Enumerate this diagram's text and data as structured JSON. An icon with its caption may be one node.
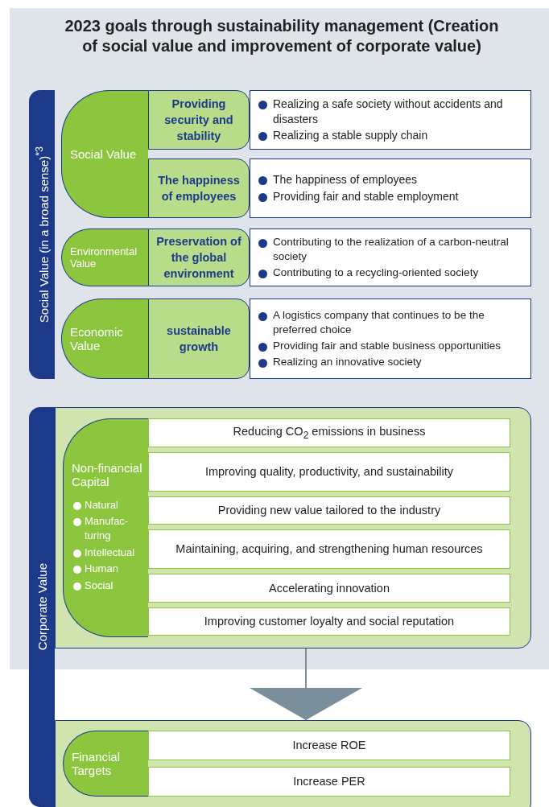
{
  "diagram": {
    "title": "2023 goals through sustainability management (Creation of social value and improvement of corporate value)",
    "nodes": [
      {
        "text": [
          "Social Value (in a broad sense)$^{*3}$"
        ]
      },
      {
        "text": [
          "Social Value"
        ]
      },
      {
        "text": [
          "Providing security and stability"
        ]
      },
      {
        "text": [
          "Realizing a safe society without accidents and disasters",
          "Realizing a stable supply chain"
        ]
      },
      {
        "text": [
          "The happiness of employees"
        ]
      },
      {
        "text": [
          "The happiness of employees",
          "Providing fair and stable employment"
        ]
      },
      {
        "text": [
          "Environmental Value"
        ]
      },
      {
        "text": [
          "Preservation of the global environment"
        ]
      },
      {
        "text": [
          "Contributing to the realization of a carbon-neutral society",
          "Contributing to a recycling-oriented society"
        ]
      },
      {
        "text": [
          "Economic Value"
        ]
      },
      {
        "text": [
          "sustainable growth"
        ]
      },
      {
        "text": [
          "A logistics company that continues to be the preferred choice",
          "Providing fair and stable business opportunities",
          "Realizing an innovative society"
        ]
      },
      {
        "text": [
          "Corporate Value"
        ]
      },
      {
        "text": [],
        "shape": "box"
      },
      {
        "text": [
          "Non-financial Capital",
          "Natural",
          "Manufac- turing",
          "Intellectual",
          "Human",
          "Social"
        ],
        "in": 13
      },
      {
        "text": [
          "Reducing CO$_{2}$ emissions in business"
        ],
        "in": 13
      },
      {
        "text": [
          "Improving quality, productivity, and sustainability"
        ],
        "in": 13
      },
      {
        "text": [
          "Providing new value tailored to the industry"
        ],
        "in": 13
      },
      {
        "text": [
          "Maintaining, acquiring, and strengthening human resources"
        ],
        "in": 13
      },
      {
        "text": [
          "Accelerating innovation"
        ],
        "in": 13
      },
      {
        "text": [
          "Improving customer loyalty and social reputation"
        ],
        "in": 13
      },
      {
        "text": [],
        "shape": "box"
      },
      {
        "text": [
          "Financial Targets"
        ],
        "in": 21
      },
      {
        "text": [
          "Increase ROE"
        ],
        "in": 21
      },
      {
        "text": [
          "Increase PER"
        ],
        "in": 21
      }
    ],
    "edges": [
      {
        "from": 13,
        "to": 21,
        "arrow": "to"
      }
    ]
  }
}
